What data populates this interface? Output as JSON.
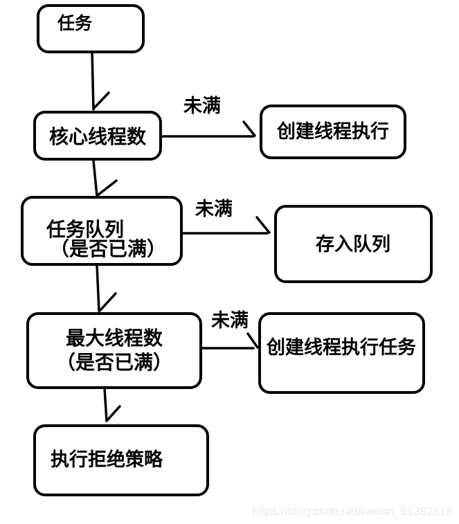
{
  "diagram": {
    "type": "flowchart",
    "nodes": [
      {
        "id": "task",
        "label": "任务"
      },
      {
        "id": "core-thread-count",
        "label": "核心线程数"
      },
      {
        "id": "create-thread-execute",
        "label": "创建线程执行"
      },
      {
        "id": "task-queue",
        "line1": "任务队列",
        "line2": "（是否已满）"
      },
      {
        "id": "store-in-queue",
        "label": "存入队列"
      },
      {
        "id": "max-thread-count",
        "line1": "最大线程数",
        "line2": "（是否已满）"
      },
      {
        "id": "create-thread-execute-task",
        "label": "创建线程执行任务"
      },
      {
        "id": "execute-rejection-policy",
        "label": "执行拒绝策略"
      }
    ],
    "edges": [
      {
        "from": "task",
        "to": "core-thread-count",
        "label": ""
      },
      {
        "from": "core-thread-count",
        "to": "create-thread-execute",
        "label": "未满"
      },
      {
        "from": "core-thread-count",
        "to": "task-queue",
        "label": ""
      },
      {
        "from": "task-queue",
        "to": "store-in-queue",
        "label": "未满"
      },
      {
        "from": "task-queue",
        "to": "max-thread-count",
        "label": ""
      },
      {
        "from": "max-thread-count",
        "to": "create-thread-execute-task",
        "label": "未满"
      },
      {
        "from": "max-thread-count",
        "to": "execute-rejection-policy",
        "label": ""
      }
    ],
    "colors": {
      "line": "#000000",
      "node_fill": "#ffffff",
      "node_border": "#000000"
    }
  },
  "watermark": {
    "text": "https://blog.csdn.net/weixin_51392818",
    "color": "#e9e9e9"
  }
}
